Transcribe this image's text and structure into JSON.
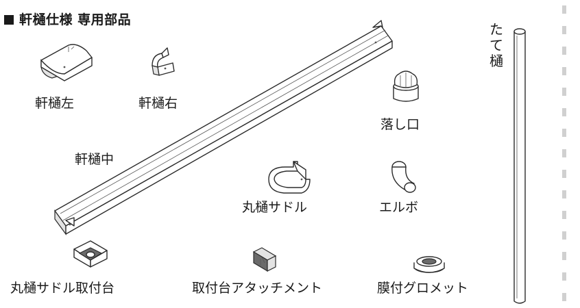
{
  "title": "軒樋仕様 専用部品",
  "parts": {
    "nokidoi_left": "軒樋左",
    "nokidoi_right": "軒樋右",
    "nokidoi_center": "軒樋中",
    "otoshiguchi": "落し口",
    "marudoi_saddle": "丸樋サドル",
    "elbow": "エルボ",
    "saddle_mount": "丸樋サドル取付台",
    "mount_attachment": "取付台アタッチメント",
    "grommet": "膜付グロメット"
  },
  "tatedoi": [
    "た",
    "て",
    "樋"
  ],
  "colors": {
    "line": "#2b2b2b",
    "divider": "#d0d0d0"
  }
}
